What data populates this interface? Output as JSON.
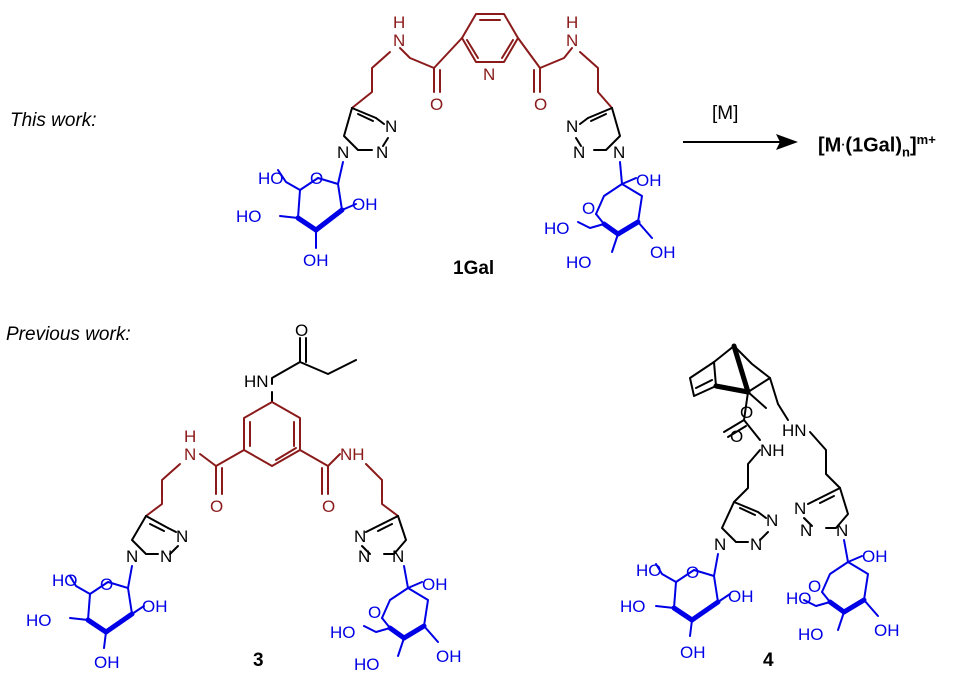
{
  "labels": {
    "this_work": "This work:",
    "previous_work": "Previous work:",
    "reagent": "[M]",
    "product": "[M·(1Gal)n]m+"
  },
  "compounds": {
    "c1": "1Gal",
    "c3": "3",
    "c4": "4"
  },
  "atoms": {
    "N": "N",
    "O": "O",
    "NH": "NH",
    "HN": "HN",
    "H": "H",
    "HO": "HO",
    "OH": "OH"
  },
  "colors": {
    "linker": "#8b1a1a",
    "sugar": "#0000e6",
    "text": "#000000"
  }
}
